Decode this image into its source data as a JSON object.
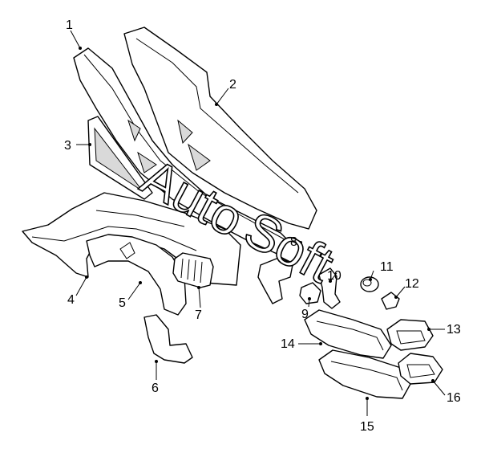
{
  "callouts": [
    {
      "id": "1",
      "label": "1"
    },
    {
      "id": "2",
      "label": "2"
    },
    {
      "id": "3",
      "label": "3"
    },
    {
      "id": "4",
      "label": "4"
    },
    {
      "id": "5",
      "label": "5"
    },
    {
      "id": "6",
      "label": "6"
    },
    {
      "id": "7",
      "label": "7"
    },
    {
      "id": "8",
      "label": "8"
    },
    {
      "id": "9",
      "label": "9"
    },
    {
      "id": "10",
      "label": "10"
    },
    {
      "id": "11",
      "label": "11"
    },
    {
      "id": "12",
      "label": "12"
    },
    {
      "id": "13",
      "label": "13"
    },
    {
      "id": "14",
      "label": "14"
    },
    {
      "id": "15",
      "label": "15"
    },
    {
      "id": "16",
      "label": "16"
    }
  ],
  "watermark": {
    "part1": "Auto",
    "part2": "Soft"
  }
}
